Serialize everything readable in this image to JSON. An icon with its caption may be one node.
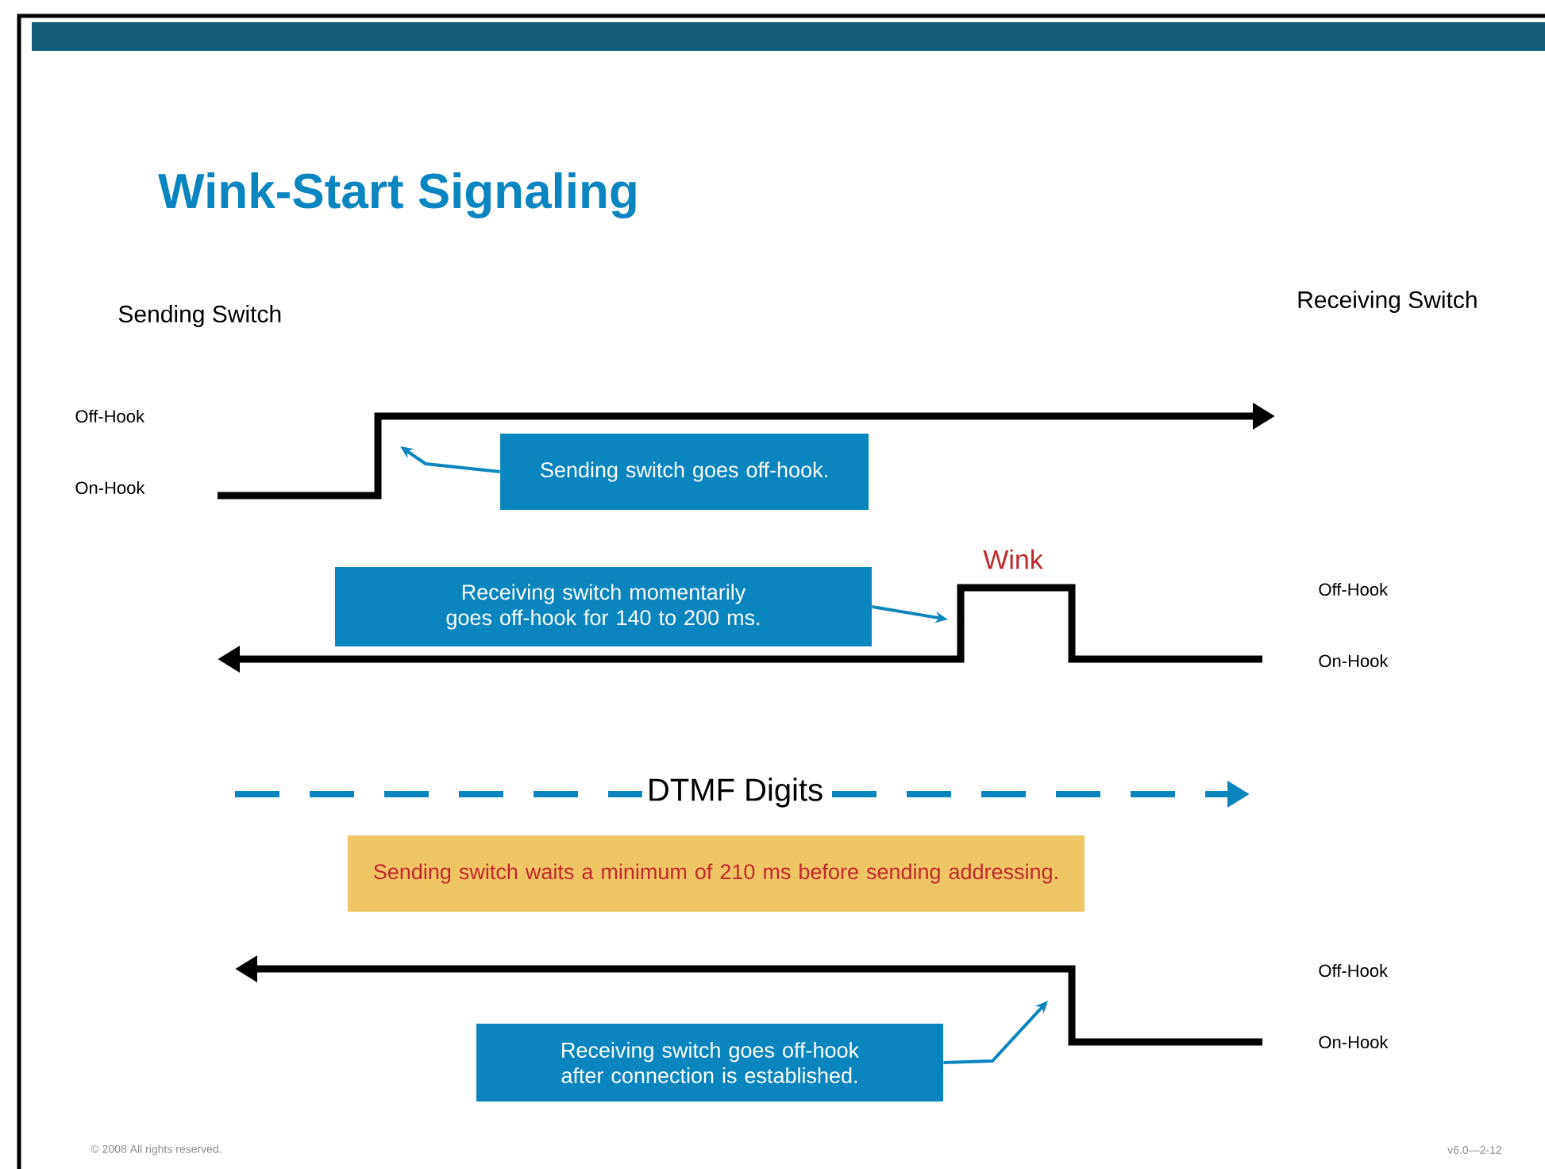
{
  "diagram": {
    "title": "Wink-Start Signaling",
    "nodes": [
      {
        "text": [
          "Sending switch goes off-hook."
        ]
      },
      {
        "text": [
          "Receiving switch momentarily goes off-hook for 140 to 200 ms."
        ]
      },
      {
        "text": [
          "Sending switch waits a minimum of 210 ms before sending addressing."
        ]
      },
      {
        "text": [
          "Receiving switch goes off-hook after connection is established."
        ]
      }
    ],
    "edges": [
      {
        "from": 0,
        "to": null,
        "arrow": "to"
      },
      {
        "from": 1,
        "to": null,
        "arrow": "to"
      },
      {
        "from": 3,
        "to": null,
        "arrow": "to"
      }
    ],
    "labels": [
      "Sending Switch",
      "Receiving Switch",
      "Off-Hook",
      "On-Hook",
      "Wink",
      "Off-Hook",
      "On-Hook",
      "DTMF Digits",
      "Off-Hook",
      "On-Hook",
      "© 2008 All rights reserved.",
      "v6.0—2-12"
    ]
  }
}
